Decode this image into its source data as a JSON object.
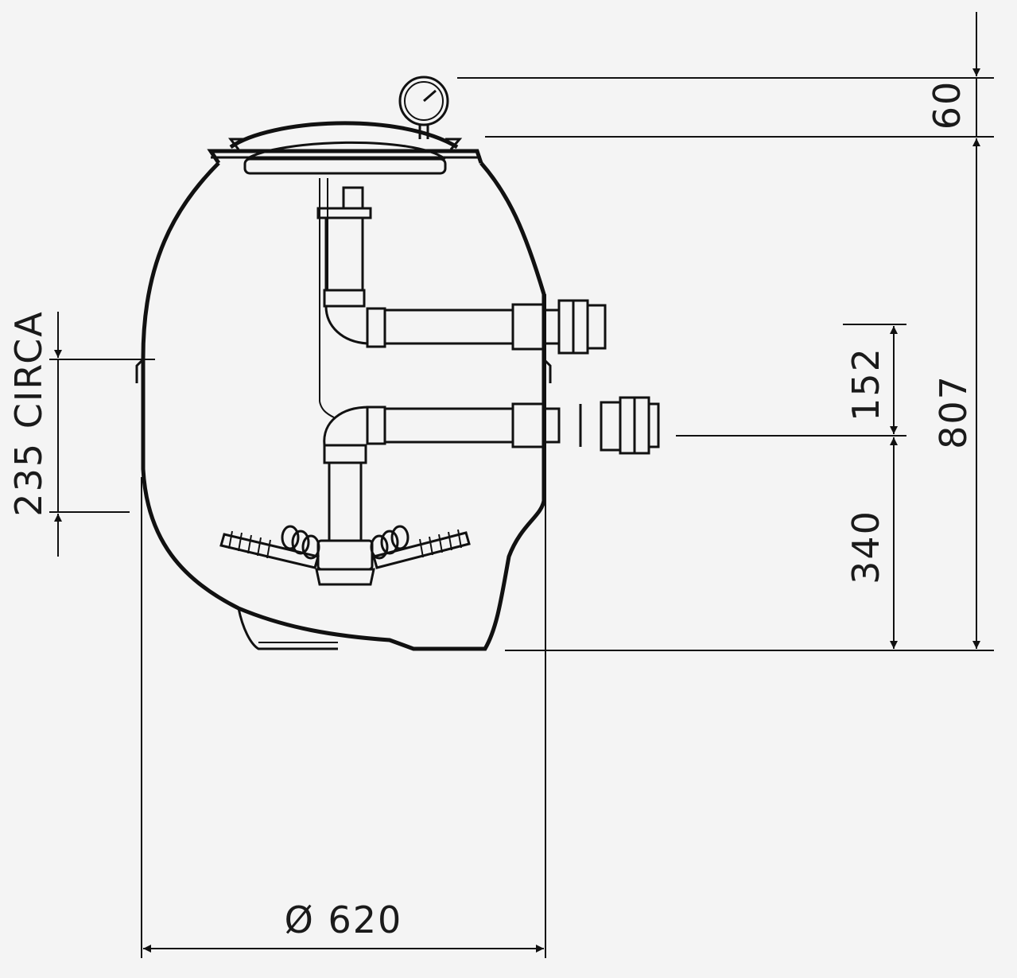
{
  "diagram": {
    "dimensions": {
      "top_gauge": "60",
      "total_height": "807",
      "upper_offset": "152",
      "lower_offset": "340",
      "side_left": "235 CIRCA",
      "diameter": "Ø 620"
    },
    "colors": {
      "background": "#f4f4f4",
      "line": "#111111"
    }
  }
}
